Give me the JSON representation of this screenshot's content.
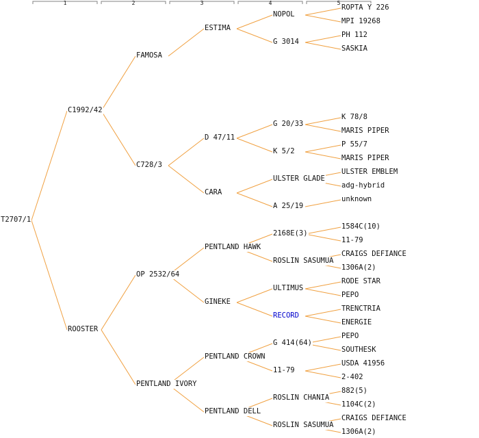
{
  "header": {
    "generations": [
      "1",
      "2",
      "3",
      "4",
      "5"
    ]
  },
  "colors": {
    "line": "#f0a040",
    "text": "#111111",
    "link": "#0000cc",
    "ruler": "#808080"
  },
  "pedigree": {
    "root": "T2707/1",
    "gen1": [
      "C1992/42",
      "ROOSTER"
    ],
    "gen2": [
      "FAMOSA",
      "C728/3",
      "OP 2532/64",
      "PENTLAND IVORY"
    ],
    "gen3": [
      "ESTIMA",
      "D 47/11",
      "CARA",
      "PENTLAND HAWK",
      "GINEKE",
      "PENTLAND CROWN",
      "PENTLAND DELL"
    ],
    "gen4": [
      "NOPOL",
      "G 3014",
      "G 20/33",
      "K 5/2",
      "ULSTER GLADE",
      "A 25/19",
      "2168E(3)",
      "ROSLIN SASUMUA",
      "ULTIMUS",
      "RECORD",
      "G 414(64)",
      "11-79",
      "ROSLIN CHANIA",
      "ROSLIN SASUMUA"
    ],
    "gen5": [
      "ROPTA Y 226",
      "MPI 19268",
      "PH 112",
      "SASKIA",
      "K 78/8",
      "MARIS PIPER",
      "P 55/7",
      "MARIS PIPER",
      "ULSTER EMBLEM",
      "adg-hybrid",
      "unknown",
      "1584C(10)",
      "11-79",
      "CRAIGS DEFIANCE",
      "1306A(2)",
      "RODE STAR",
      "PEPO",
      "TRENCTRIA",
      "ENERGIE",
      "PEPO",
      "SOUTHESK",
      "USDA 41956",
      "2-402",
      "882(5)",
      "1104C(2)",
      "CRAIGS DEFIANCE",
      "1306A(2)"
    ]
  }
}
